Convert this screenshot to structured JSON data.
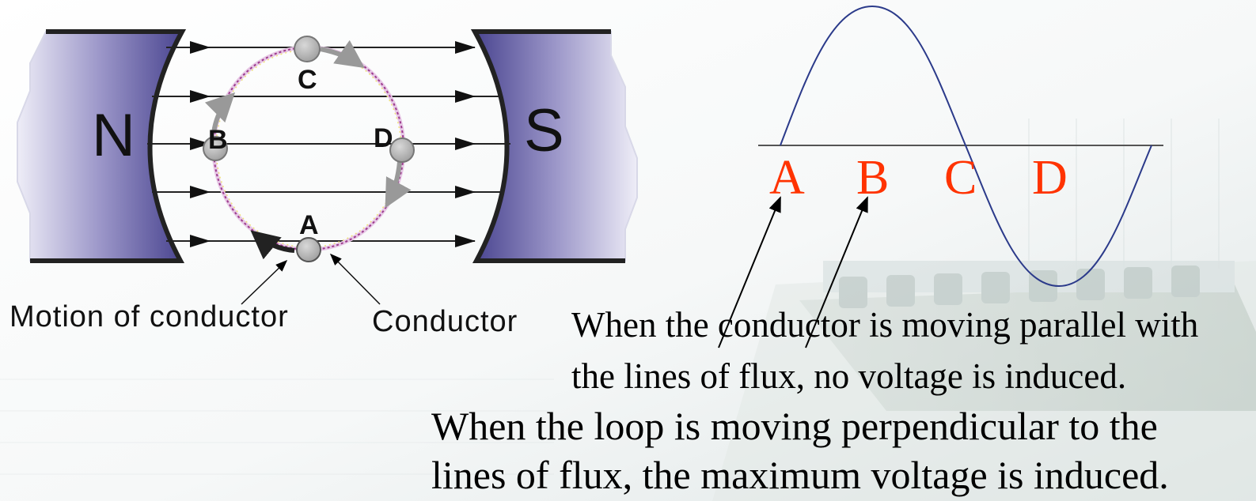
{
  "magnet": {
    "north_label": "N",
    "south_label": "S"
  },
  "positions": {
    "a": "A",
    "b": "B",
    "c": "C",
    "d": "D"
  },
  "labels": {
    "motion": "Motion of conductor",
    "conductor": "Conductor"
  },
  "waveform_labels": [
    "A",
    "B",
    "C",
    "D"
  ],
  "text": {
    "parallel_line1": "When the conductor is moving parallel with",
    "parallel_line2": "the lines of flux, no voltage is induced.",
    "perp_line1": "When the loop is moving perpendicular to the",
    "perp_line2": "lines of flux, the maximum voltage is induced."
  },
  "colors": {
    "magnet_dark": "#4a4590",
    "magnet_light": "#e6e4f3",
    "label_red": "#ff3300",
    "sine_blue": "#2b3a8a",
    "conductor_gray": "#a9a9a9"
  }
}
